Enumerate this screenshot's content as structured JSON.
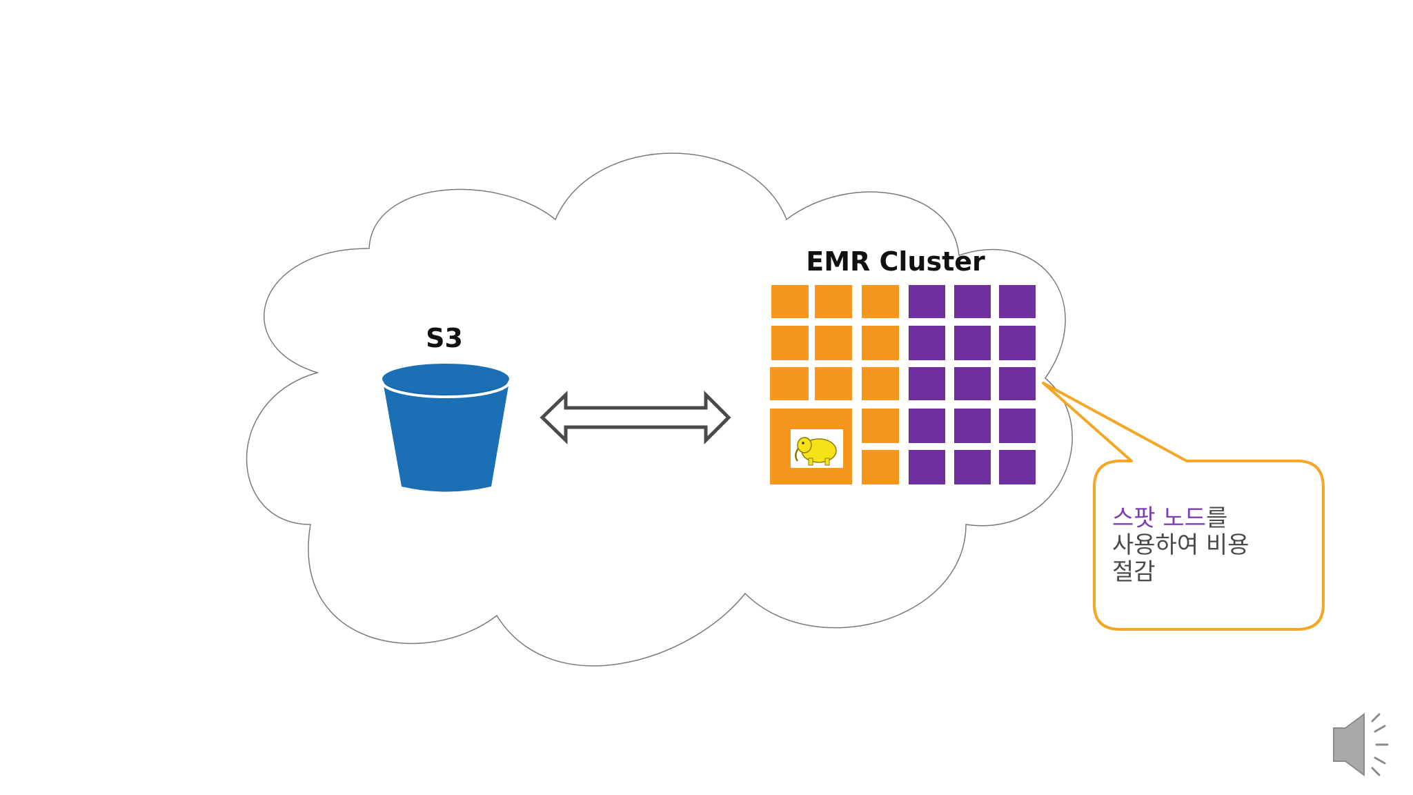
{
  "diagram": {
    "s3_label": "S3",
    "emr_label": "EMR Cluster",
    "callout": {
      "line1_accent": "스팟 노드",
      "line1_rest": "를",
      "line2": "사용하여 비용",
      "line3": "절감"
    }
  },
  "colors": {
    "bucket": "#1a6fb5",
    "bucket_rim": "#1565ad",
    "on_demand_node": "#f5971f",
    "spot_node": "#6f2f9f",
    "callout_border": "#f5a623",
    "callout_accent_text": "#7b3fb3",
    "hadoop_elephant": "#f7e21a"
  },
  "icons": {
    "speaker": "speaker-icon",
    "hadoop": "hadoop-elephant-icon",
    "bucket": "s3-bucket-icon",
    "arrow": "double-arrow-icon"
  }
}
